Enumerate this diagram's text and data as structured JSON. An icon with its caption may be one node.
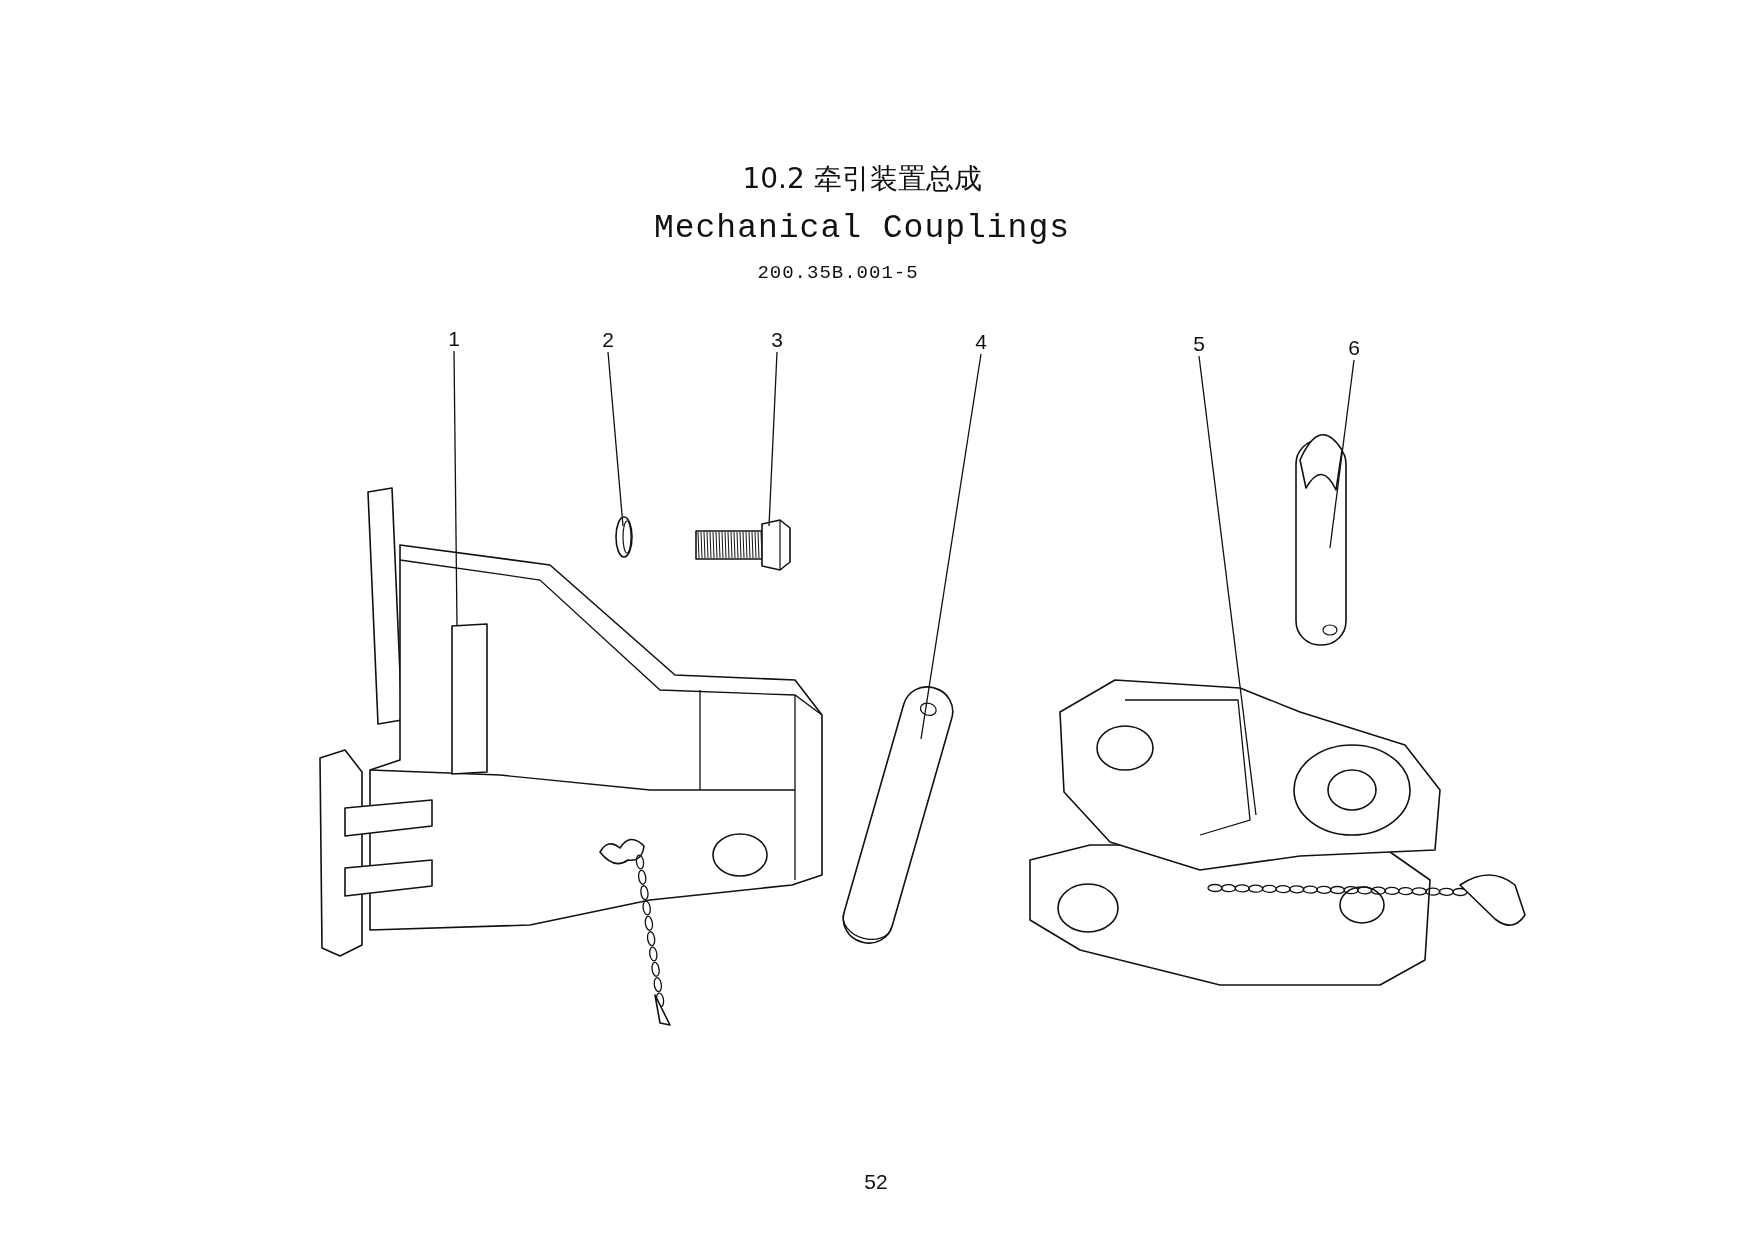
{
  "diagram": {
    "title": "10.2 牵引装置总成",
    "nodes": [
      {
        "text": [
          "1"
        ]
      },
      {
        "text": [
          "2"
        ]
      },
      {
        "text": [
          "3"
        ]
      },
      {
        "text": [
          "4"
        ]
      },
      {
        "text": [
          "5"
        ]
      },
      {
        "text": [
          "6"
        ]
      },
      {
        "text": [],
        "shape": "picture"
      },
      {
        "text": [],
        "shape": "picture"
      },
      {
        "text": [],
        "shape": "picture"
      },
      {
        "text": [],
        "shape": "picture"
      },
      {
        "text": [],
        "shape": "picture"
      },
      {
        "text": [],
        "shape": "picture"
      }
    ],
    "edges": [
      {
        "from": 0,
        "to": 6,
        "arrow": "none"
      },
      {
        "from": 1,
        "to": 7,
        "arrow": "none"
      },
      {
        "from": 2,
        "to": 8,
        "arrow": "none"
      },
      {
        "from": 3,
        "to": 9,
        "arrow": "none"
      },
      {
        "from": 4,
        "to": 10,
        "arrow": "none"
      },
      {
        "from": 5,
        "to": 11,
        "arrow": "none"
      }
    ],
    "labels": [
      "Mechanical Couplings",
      "200.35B.001-5",
      "52"
    ]
  }
}
